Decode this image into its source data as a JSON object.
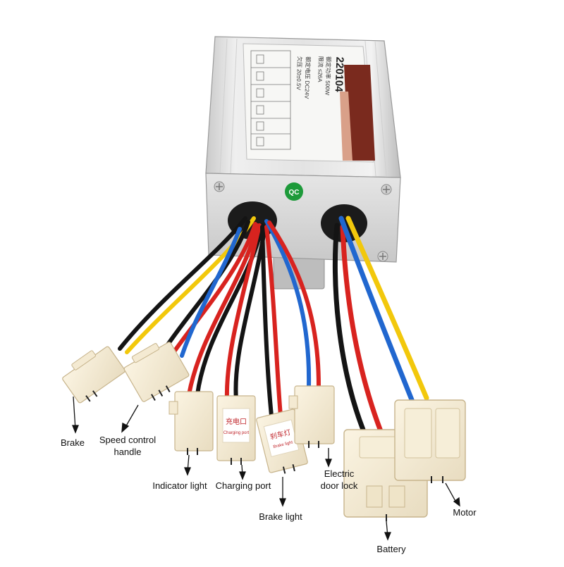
{
  "controller": {
    "model": "220104",
    "text_left_col": "额定电压 DC24V",
    "text_left_col2": "欠压 20±0.5V",
    "text_right_col": "额定功率 500W",
    "text_right_col2": "限流 ≤26A",
    "qc_sticker": "QC",
    "stripe_colors": [
      "#7a2a1e",
      "#d9a089"
    ]
  },
  "connectors": {
    "charging_port_print": "充电口",
    "charging_port_print_en": "Charging port",
    "brake_light_print": "刹车灯",
    "brake_light_print_en": "Brake light"
  },
  "labels": {
    "brake": "Brake",
    "speed_control_1": "Speed control",
    "speed_control_2": "handle",
    "indicator_light": "Indicator light",
    "charging_port": "Charging port",
    "brake_light": "Brake light",
    "electric_door_lock_1": "Electric",
    "electric_door_lock_2": "door lock",
    "battery": "Battery",
    "motor": "Motor"
  },
  "wire_colors": {
    "black": "#141414",
    "red": "#d8231f",
    "blue": "#2167cf",
    "yellow": "#f2c80c"
  }
}
